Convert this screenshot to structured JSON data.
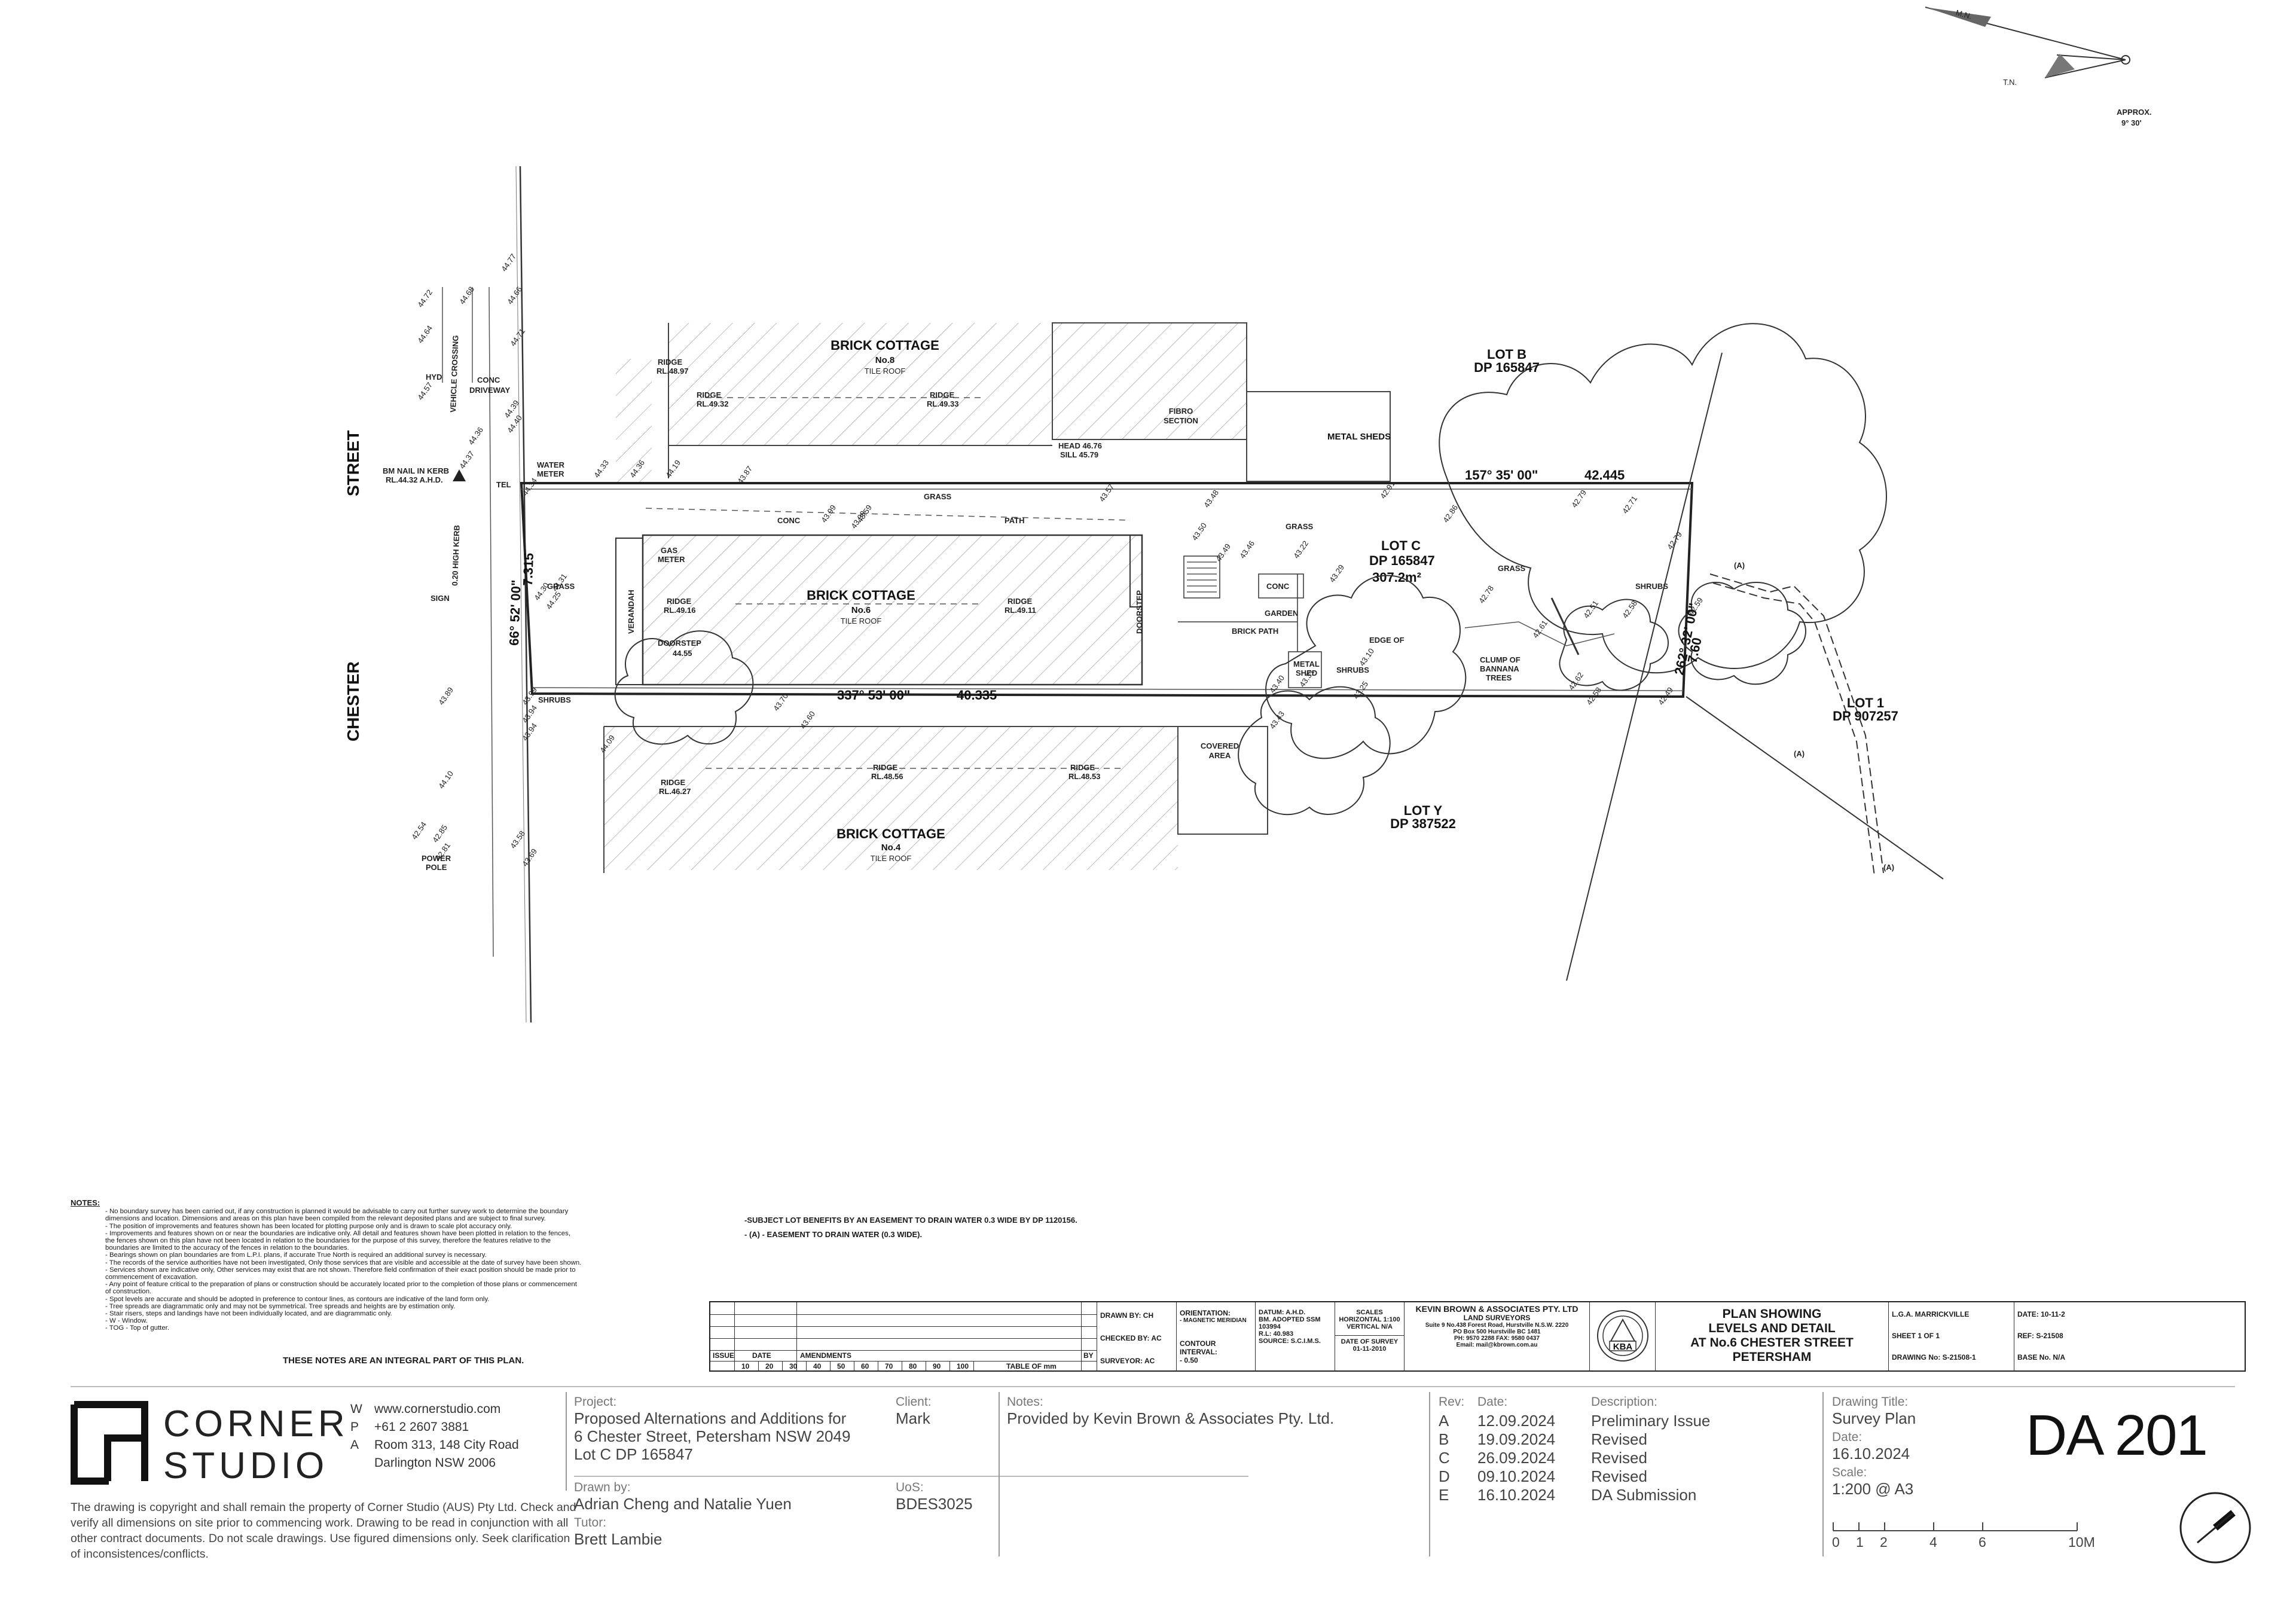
{
  "plan": {
    "north": {
      "mn": "M.N.",
      "tn": "T.N.",
      "approx": "APPROX.",
      "angle": "9°  30'"
    },
    "streets": {
      "street": "STREET",
      "chester": "CHESTER"
    },
    "lot_c": {
      "lot": "LOT C",
      "dp": "DP 165847",
      "area": "307.2m²"
    },
    "lot_b": {
      "lot": "LOT B",
      "dp": "DP 165847"
    },
    "lot_1": {
      "lot": "LOT 1",
      "dp": "DP 907257"
    },
    "lot_y": {
      "lot": "LOT Y",
      "dp": "DP 387522"
    },
    "cottage8": {
      "name": "BRICK COTTAGE",
      "no": "No.8",
      "roof": "TILE ROOF"
    },
    "cottage6": {
      "name": "BRICK COTTAGE",
      "no": "No.6",
      "roof": "TILE ROOF"
    },
    "cottage4": {
      "name": "BRICK COTTAGE",
      "no": "No.4",
      "roof": "TILE ROOF"
    },
    "bearings": {
      "north": "157°  35'  00\"",
      "north_dist": "42.445",
      "south": "337°  53'  00\"",
      "south_dist": "40.335",
      "west": "66°  52'  00\"",
      "west_dist": "7.315",
      "east": "262°  32'  00\"",
      "east_dist": "7.60"
    },
    "labels": {
      "bm": "BM NAIL IN KERB",
      "bm_rl": "RL.44.32 A.H.D.",
      "conc_driveway1": "CONC",
      "conc_driveway2": "DRIVEWAY",
      "vehicle_crossing": "VEHICLE CROSSING",
      "kerb": "0.20 HIGH KERB",
      "hyd": "HYD",
      "tel": "TEL",
      "water_meter1": "WATER",
      "water_meter2": "METER",
      "gas_meter1": "GAS",
      "gas_meter2": "METER",
      "sign": "SIGN",
      "power_pole1": "POWER",
      "power_pole2": "POLE",
      "grass": "GRASS",
      "conc": "CONC",
      "path": "PATH",
      "verandah": "VERANDAH",
      "doorstep": "DOORSTEP",
      "doorstep_rl": "44.55",
      "shrubs": "SHRUBS",
      "fibro1": "FIBRO",
      "fibro2": "SECTION",
      "metal_sheds": "METAL SHEDS",
      "garden": "GARDEN",
      "brick_path": "BRICK PATH",
      "metal_shed1": "METAL",
      "metal_shed2": "SHED",
      "covered1": "COVERED",
      "covered2": "AREA",
      "edge_of": "EDGE          OF",
      "clump1": "CLUMP OF",
      "clump2": "BANNANA",
      "clump3": "TREES",
      "ridge1": "RIDGE",
      "ridge1_rl": "RL.48.97",
      "ridge2": "RIDGE",
      "ridge2_rl": "RL.49.32",
      "ridge3": "RIDGE",
      "ridge3_rl": "RL.49.33",
      "ridge4": "RIDGE",
      "ridge4_rl": "RL.49.16",
      "ridge5": "RIDGE",
      "ridge5_rl": "RL.49.11",
      "ridge6": "RIDGE",
      "ridge6_rl": "RL.48.56",
      "ridge7": "RIDGE",
      "ridge7_rl": "RL.48.53",
      "ridge8": "RIDGE",
      "ridge8_rl": "RL.46.27",
      "head1": "HEAD 46.76",
      "sill1": "SILL 45.79",
      "easement": "(A)"
    },
    "levels": [
      "44.72",
      "44.77",
      "44.64",
      "44.68",
      "44.66",
      "44.71",
      "44.57",
      "44.39",
      "44.36",
      "44.37",
      "44.40",
      "44.34",
      "44.33",
      "44.36",
      "44.19",
      "43.87",
      "43.99",
      "43.99",
      "43.59",
      "43.57",
      "43.48",
      "43.50",
      "43.49",
      "43.46",
      "43.22",
      "43.29",
      "42.86",
      "42.91",
      "42.79",
      "42.71",
      "42.79",
      "42.51",
      "42.58",
      "42.59",
      "42.61",
      "42.49",
      "42.58",
      "42.62",
      "42.78",
      "43.10",
      "43.25",
      "43.31",
      "43.43",
      "43.70",
      "43.40",
      "44.09",
      "43.99",
      "43.94",
      "43.94",
      "43.89",
      "44.10",
      "44.25",
      "44.30",
      "44.31",
      "43.69",
      "43.58",
      "42.54",
      "42.85",
      "42.81",
      "43.60"
    ]
  },
  "notes": {
    "heading": "NOTES:",
    "items": [
      "- No boundary survey has been carried out, if any construction is planned it would be advisable to carry out further survey work to determine the boundary",
      "  dimensions and location. Dimensions and areas on this plan have been compiled from the relevant deposited plans and are subject to final survey.",
      "- The position of improvements and features shown has been located for plotting purpose only and is drawn to scale plot accuracy only.",
      "- Improvements and features shown on or near the boundaries are indicative only. All detail and features shown have been plotted in relation to the fences,",
      "  the fences shown on this plan have not been located in relation to the boundaries for the purpose of this survey, therefore the features relative to the",
      "  boundaries are limited to the accuracy of the fences in relation to the boundaries.",
      "- Bearings shown on plan boundaries are from L.P.I. plans, if accurate True North is required an additional survey is necessary.",
      "- The records of the service authorities have not been investigated, Only those services that are visible and accessible at the date of survey have been shown.",
      "- Services shown are indicative only, Other services may exist that are not shown. Therefore field confirmation of their exact position should be made prior to",
      "  commencement of excavation.",
      "- Any point of feature critical to the preparation of plans or construction should be accurately located prior to the completion of those plans or commencement",
      "  of construction.",
      "- Spot levels are accurate and should be adopted in preference to contour lines, as contours are indicative of the land form only.",
      "- Tree spreads are diagrammatic only and may not be symmetrical. Tree spreads and heights are by estimation only.",
      "- Stair risers, steps and landings have not been individually located, and are diagrammatic only.",
      "- W - Window.",
      "- TOG - Top of gutter."
    ],
    "footer": "THESE NOTES ARE AN INTEGRAL PART OF THIS PLAN.",
    "easement1": "-SUBJECT LOT BENEFITS BY AN EASEMENT TO DRAIN WATER 0.3 WIDE BY DP 1120156.",
    "easement2": "- (A) - EASEMENT TO DRAIN WATER (0.3 WIDE)."
  },
  "survey": {
    "issue": "ISSUE",
    "date": "DATE",
    "amendments": "AMENDMENTS",
    "by": "BY",
    "scale_ticks": [
      "10",
      "20",
      "30",
      "40",
      "50",
      "60",
      "70",
      "80",
      "90",
      "100"
    ],
    "table_of_mm": "TABLE OF mm",
    "drawn_by": "DRAWN BY:  CH",
    "checked_by": "CHECKED BY:  AC",
    "surveyor": "SURVEYOR:  AC",
    "orientation1": "ORIENTATION:",
    "orientation2": "- MAGNETIC MERIDIAN",
    "contour1": "CONTOUR INTERVAL:",
    "contour2": "- 0.50",
    "datum1": "DATUM: A.H.D.",
    "datum2": "BM. ADOPTED SSM 103994",
    "datum3": "R.L: 40.983",
    "datum4": "SOURCE:  S.C.I.M.S.",
    "scales1": "SCALES",
    "scales2": "HORIZONTAL  1:100",
    "scales3": "VERTICAL    N/A",
    "dos1": "DATE OF SURVEY",
    "dos2": "01-11-2010",
    "firm1": "KEVIN BROWN & ASSOCIATES  PTY. LTD",
    "firm2": "LAND SURVEYORS",
    "firm3": "Suite 9 No.438 Forest Road, Hurstville N.S.W. 2220",
    "firm4": "PO Box 500 Hurstville BC 1481",
    "firm5": "PH: 9570 2288   FAX: 9580 0437",
    "firm6": "Email:  mail@kbrown.com.au",
    "kba": "KBA",
    "title1": "PLAN SHOWING",
    "title2": "LEVELS AND DETAIL",
    "title3": "AT No.6 CHESTER STREET",
    "title4": "PETERSHAM",
    "lga": "L.G.A.  MARRICKVILLE",
    "sheet": "SHEET 1 OF 1",
    "drawing_no": "DRAWING No:  S-21508-1",
    "date_r": "DATE: 10-11-2",
    "ref": "REF: S-21508",
    "base": "BASE No.  N/A"
  },
  "titleblock": {
    "logo1": "CORNER",
    "logo2": "STUDIO",
    "contact": [
      {
        "k": "W",
        "v": "www.cornerstudio.com"
      },
      {
        "k": "P",
        "v": "+61 2 2607 3881"
      },
      {
        "k": "A",
        "v": "Room 313, 148 City Road"
      },
      {
        "k": "",
        "v": "Darlington NSW 2006"
      }
    ],
    "copyright": "The drawing is copyright and shall remain the property of Corner Studio (AUS) Pty Ltd. Check and verify all dimensions on site prior to commencing work. Drawing to be read in conjunction with all other contract documents. Do not scale drawings. Use figured dimensions only. Seek clarification of inconsistences/conflicts.",
    "project_lbl": "Project:",
    "project": [
      "Proposed Alternations and Additions for",
      "6 Chester Street, Petersham NSW 2049",
      "Lot C DP 165847"
    ],
    "client_lbl": "Client:",
    "client": "Mark",
    "drawn_lbl": "Drawn by:",
    "drawn": "Adrian Cheng and Natalie Yuen",
    "uos_lbl": "UoS:",
    "uos": "BDES3025",
    "tutor_lbl": "Tutor:",
    "tutor": "Brett Lambie",
    "notes_lbl": "Notes:",
    "notes": "Provided by Kevin Brown & Associates Pty. Ltd.",
    "rev_lbl": "Rev:",
    "date_lbl": "Date:",
    "desc_lbl": "Description:",
    "revisions": [
      {
        "rev": "A",
        "date": "12.09.2024",
        "desc": "Preliminary Issue"
      },
      {
        "rev": "B",
        "date": "19.09.2024",
        "desc": "Revised"
      },
      {
        "rev": "C",
        "date": "26.09.2024",
        "desc": "Revised"
      },
      {
        "rev": "D",
        "date": "09.10.2024",
        "desc": "Revised"
      },
      {
        "rev": "E",
        "date": "16.10.2024",
        "desc": "DA Submission"
      }
    ],
    "title_lbl": "Drawing Title:",
    "title": "Survey Plan",
    "tdate_lbl": "Date:",
    "tdate": "16.10.2024",
    "scale_lbl": "Scale:",
    "scale": "1:200 @ A3",
    "scalebar": [
      "0",
      "1",
      "2",
      "4",
      "6",
      "10M"
    ],
    "dwg": "DA 201"
  }
}
